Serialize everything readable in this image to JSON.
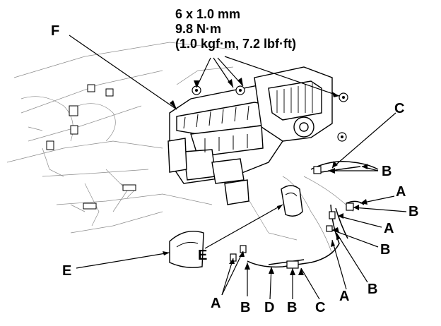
{
  "spec": {
    "bolt": "6 x 1.0 mm",
    "torque_nm": "9.8 N·m",
    "torque_alt": "(1.0 kgf·m, 7.2 lbf·ft)"
  },
  "callouts": {
    "F": "F",
    "C_top": "C",
    "B_1": "B",
    "A_1": "A",
    "B_2": "B",
    "A_2": "A",
    "B_3": "B",
    "A_3": "A",
    "B_4": "B",
    "E_mid": "E",
    "E_left": "E",
    "A_bottom": "A",
    "B_bottom_1": "B",
    "D_bottom": "D",
    "B_bottom_2": "B",
    "C_bottom": "C"
  }
}
